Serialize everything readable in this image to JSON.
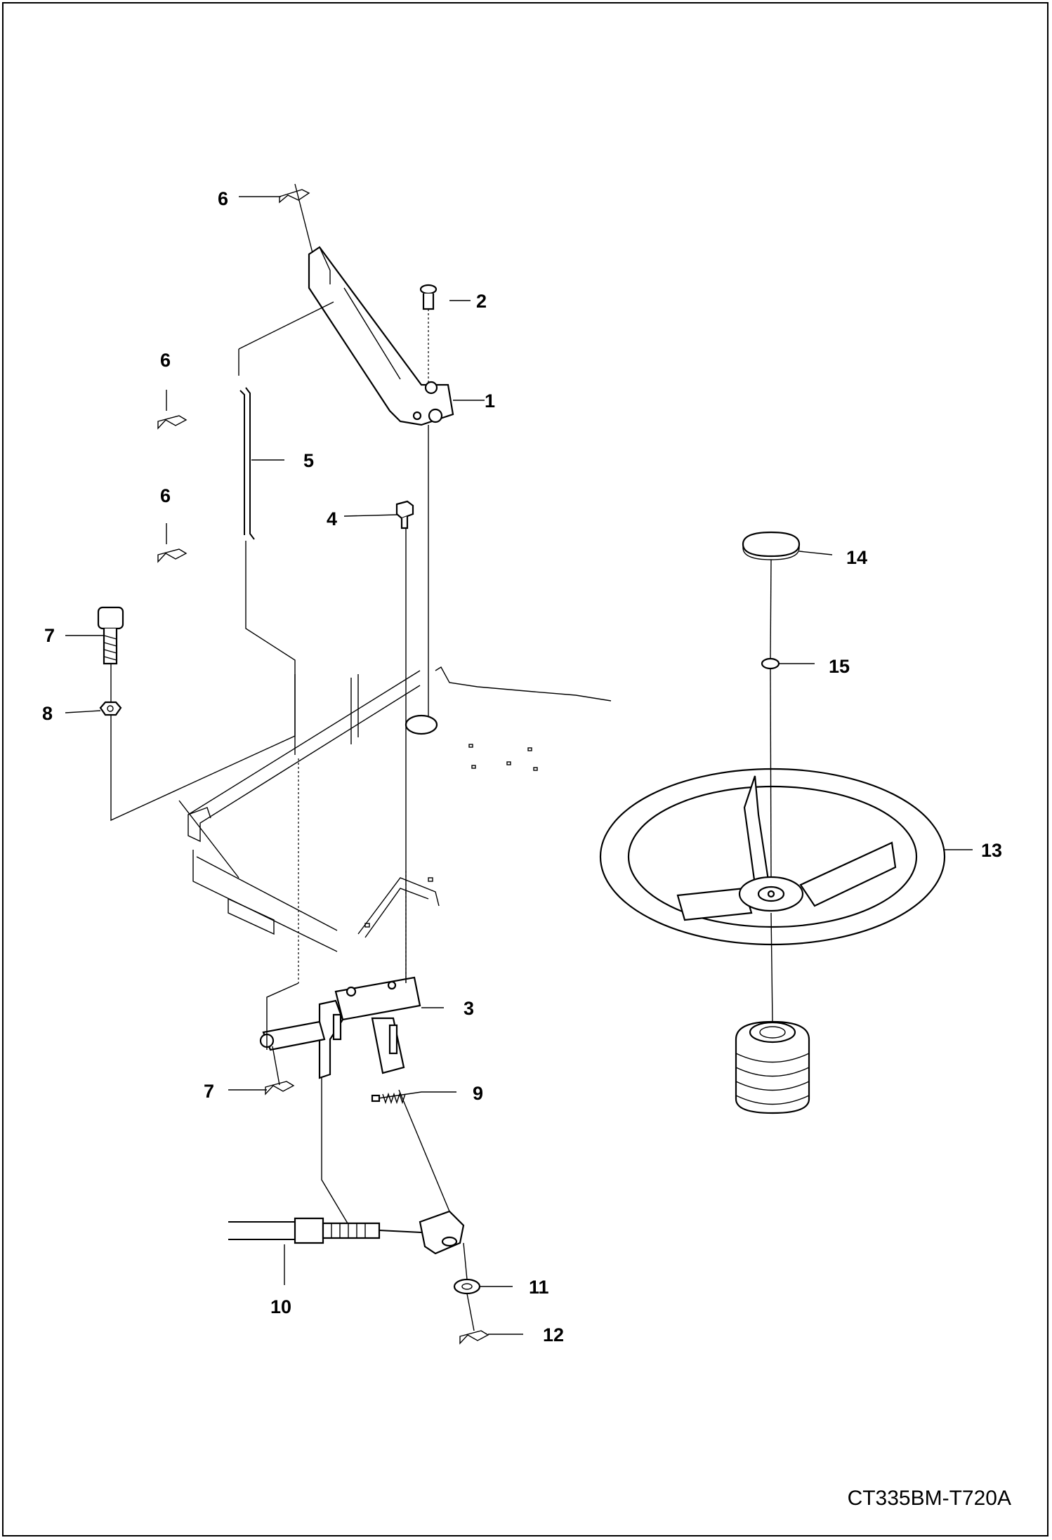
{
  "drawing_id": "CT335BM-T720A",
  "callouts": [
    {
      "number": "1"
    },
    {
      "number": "2"
    },
    {
      "number": "3"
    },
    {
      "number": "4"
    },
    {
      "number": "5"
    },
    {
      "number": "6"
    },
    {
      "number": "6"
    },
    {
      "number": "6"
    },
    {
      "number": "7"
    },
    {
      "number": "7"
    },
    {
      "number": "8"
    },
    {
      "number": "9"
    },
    {
      "number": "10"
    },
    {
      "number": "11"
    },
    {
      "number": "12"
    },
    {
      "number": "13"
    },
    {
      "number": "14"
    },
    {
      "number": "15"
    }
  ]
}
